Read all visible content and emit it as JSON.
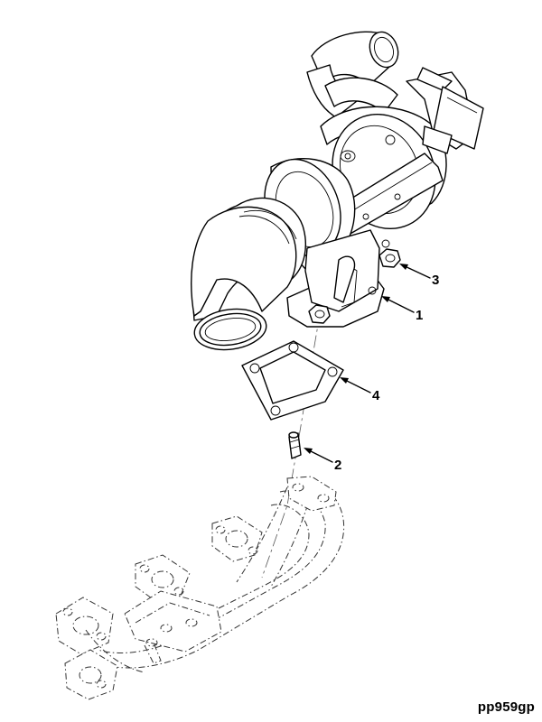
{
  "diagram": {
    "reference_code": "pp959gp",
    "callouts": [
      {
        "id": "callout-1",
        "label": "1"
      },
      {
        "id": "callout-2",
        "label": "2"
      },
      {
        "id": "callout-3",
        "label": "3"
      },
      {
        "id": "callout-4",
        "label": "4"
      }
    ]
  }
}
